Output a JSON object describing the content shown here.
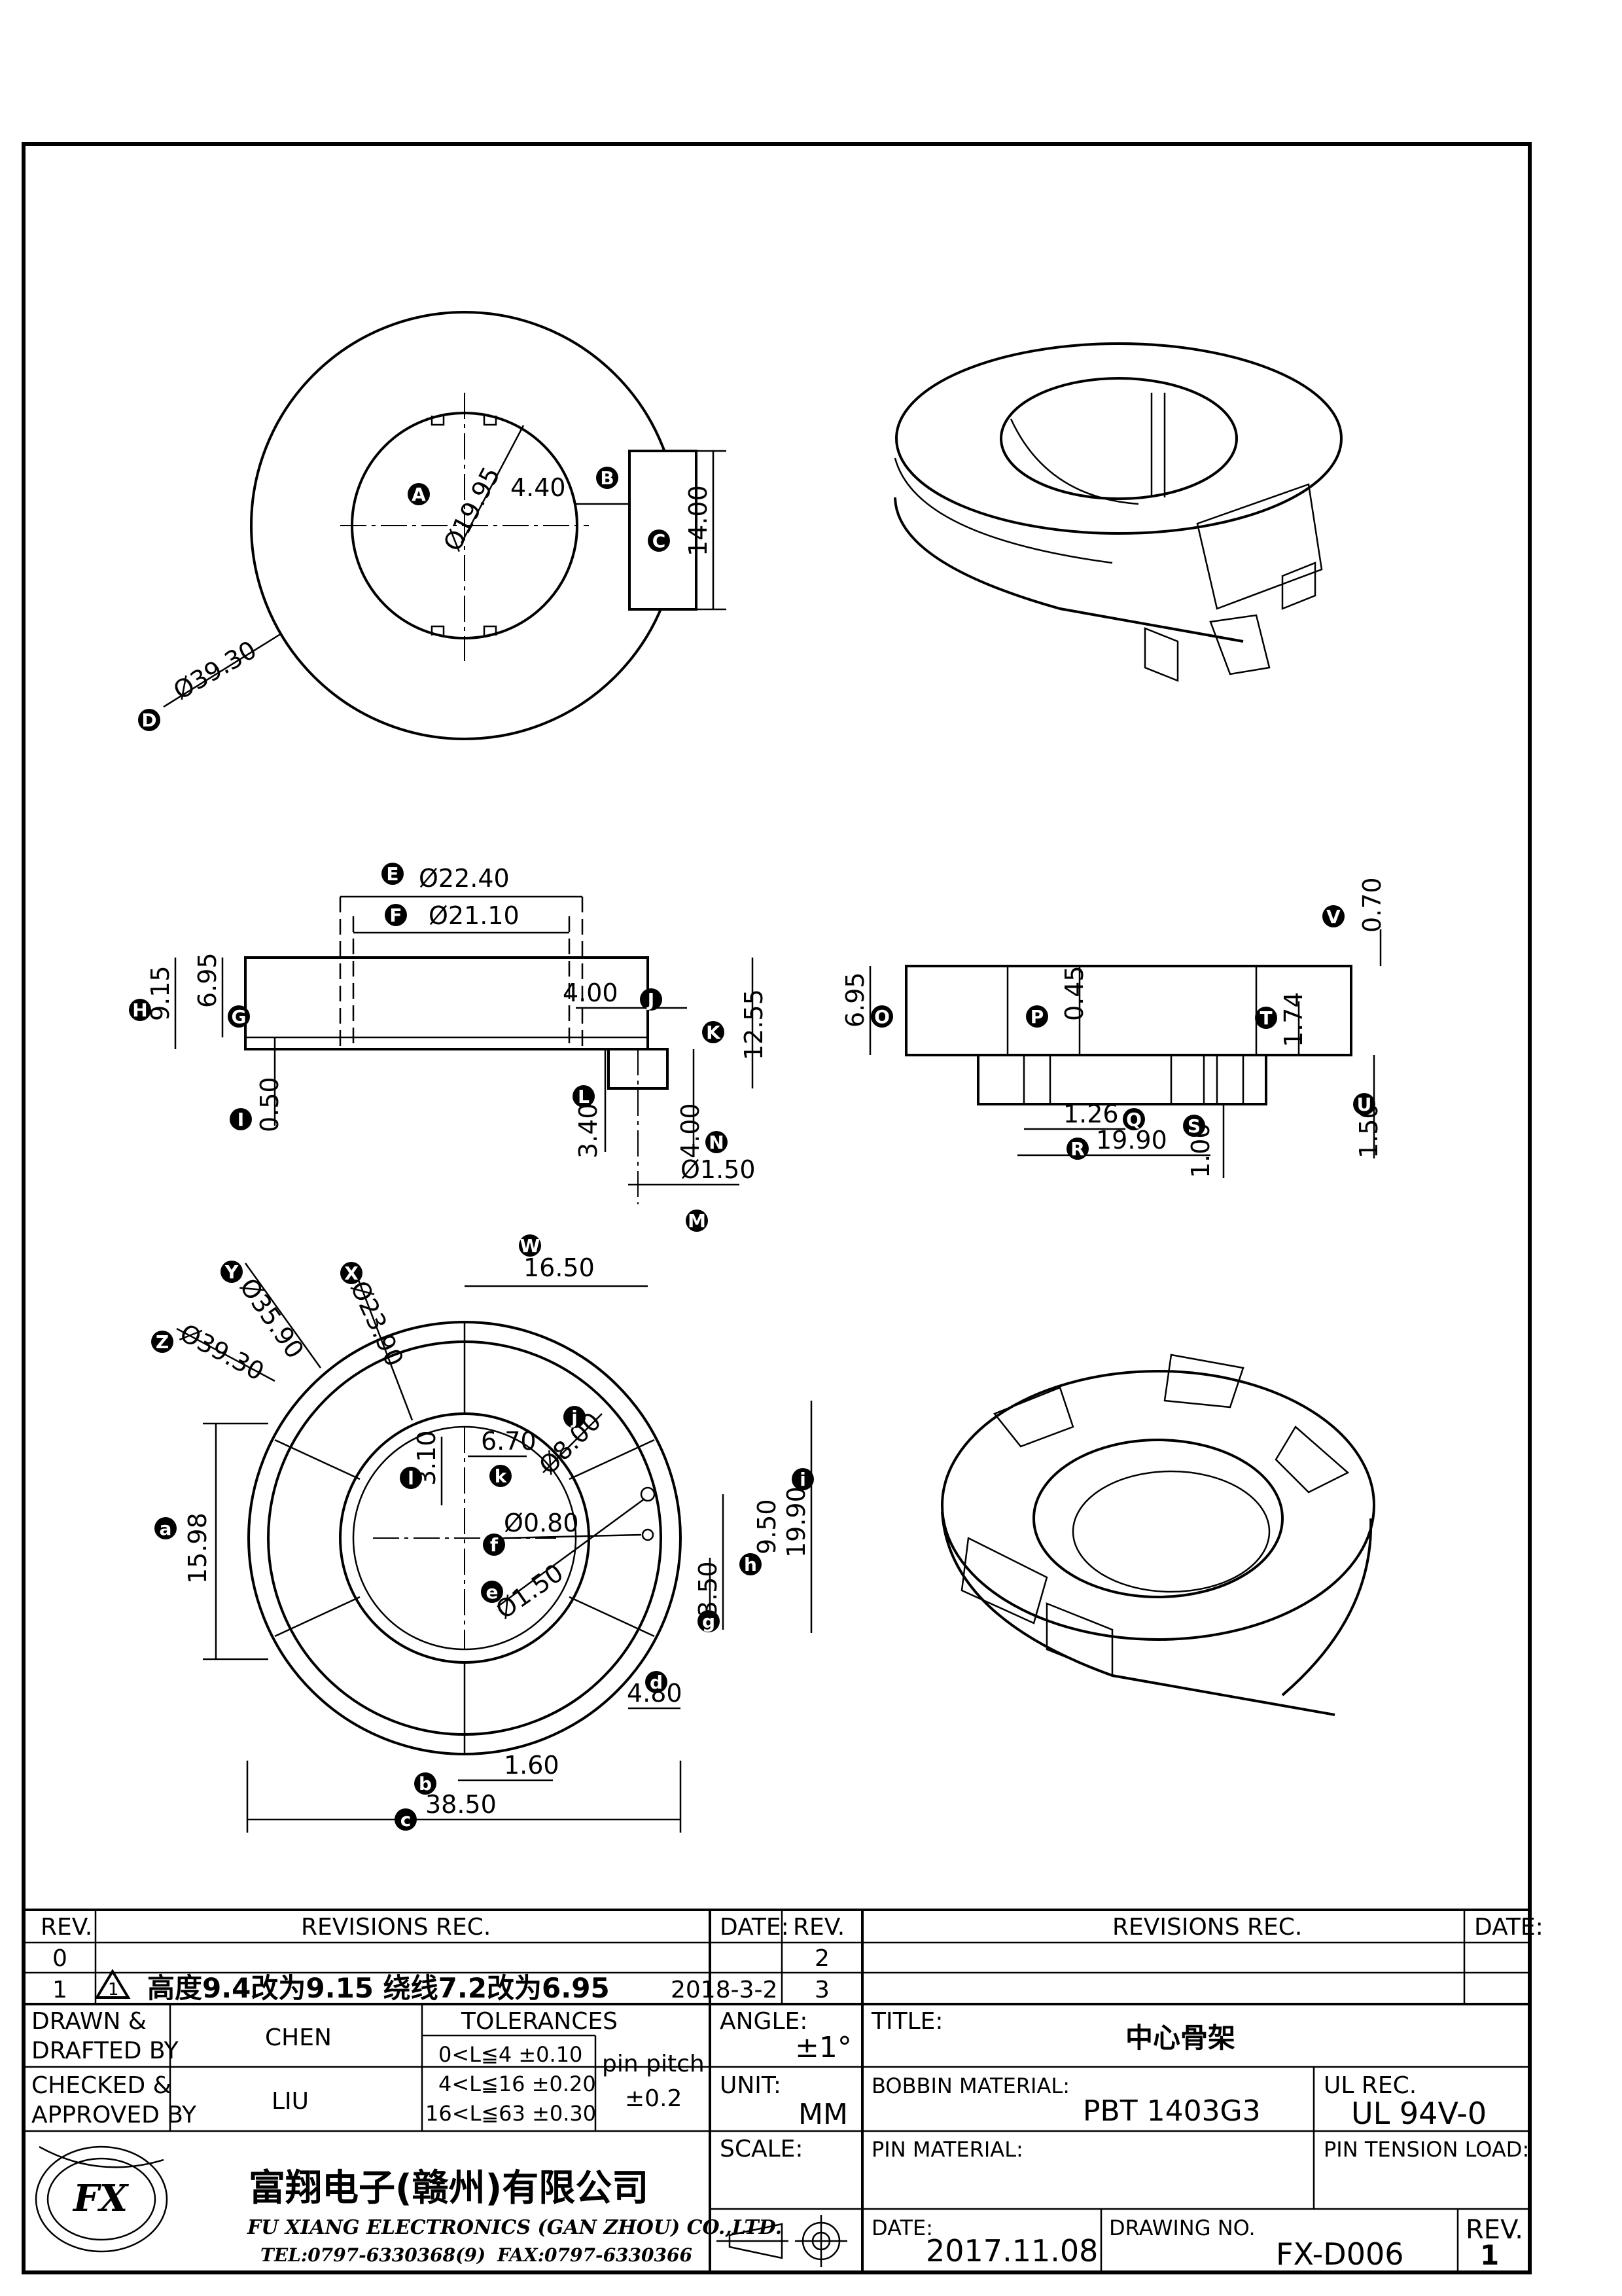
{
  "dimensions": {
    "top_view": {
      "d19_95": "Ø19.95",
      "w4_40": "4.40",
      "h14_00": "14.00",
      "d39_30": "Ø39.30"
    },
    "side_view": {
      "d22_40": "Ø22.40",
      "d21_10": "Ø21.10",
      "h9_15": "9.15",
      "h6_95": "6.95",
      "w4_00": "4.00",
      "h12_55": "12.55",
      "h0_50": "0.50",
      "h3_40": "3.40",
      "h4_00": "4.00",
      "d1_50": "Ø1.50"
    },
    "front_view": {
      "h6_95": "6.95",
      "h0_45": "0.45",
      "h0_70": "0.70",
      "h1_74": "1.74",
      "w1_26": "1.26",
      "w19_90": "19.90",
      "h1_00": "1.00",
      "h1_50": "1.50"
    },
    "bottom_view": {
      "w16_50": "16.50",
      "d35_90": "Ø35.90",
      "d23_90": "Ø23.90",
      "d39_30": "Ø39.30",
      "w6_70": "6.70",
      "h3_10": "3.10",
      "d8_00": "Ø8.00",
      "h15_98": "15.98",
      "d0_80": "Ø0.80",
      "d1_50": "Ø1.50",
      "h9_50": "9.50",
      "h19_90": "19.90",
      "h3_50": "3.50",
      "w4_80": "4.80",
      "w1_60": "1.60",
      "w38_50": "38.50"
    }
  },
  "callouts": {
    "A": "A",
    "B": "B",
    "C": "C",
    "D": "D",
    "E": "E",
    "F": "F",
    "G": "G",
    "H": "H",
    "I": "I",
    "J": "J",
    "K": "K",
    "L": "L",
    "M": "M",
    "N": "N",
    "O": "O",
    "P": "P",
    "Q": "Q",
    "R": "R",
    "S": "S",
    "T": "T",
    "U": "U",
    "V": "V",
    "W": "W",
    "X": "X",
    "Y": "Y",
    "Z": "Z",
    "a": "a",
    "b": "b",
    "c": "c",
    "d": "d",
    "e": "e",
    "f": "f",
    "g": "g",
    "h": "h",
    "i": "i",
    "j": "j",
    "k": "k",
    "l": "l"
  },
  "title_block": {
    "rev_header": "REV.",
    "revisions_header": "REVISIONS    REC.",
    "date_header": "DATE:",
    "rev_header_2": "REV.",
    "revisions_header_2": "REVISIONS    REC.",
    "date_header_2": "DATE:",
    "rows": [
      {
        "rev": "0",
        "text": "",
        "date": "",
        "rev2": "2"
      },
      {
        "rev": "1",
        "text": "高度9.4改为9.15 绕线7.2改为6.95",
        "date": "2018-3-2",
        "rev2": "3"
      }
    ],
    "drawn_label_1": "DRAWN &",
    "drawn_label_2": "DRAFTED BY",
    "drawn_by": "CHEN",
    "checked_label_1": "CHECKED &",
    "checked_label_2": "APPROVED BY",
    "checked_by": "LIU",
    "tolerances_label": "TOLERANCES",
    "tol_1": "0<L≦4   ±0.10",
    "tol_2": "4<L≦16  ±0.20",
    "tol_3": "16<L≦63  ±0.30",
    "pin_pitch_label": "pin pitch",
    "pin_pitch_value": "±0.2",
    "angle_label": "ANGLE:",
    "angle_value": "±1°",
    "unit_label": "UNIT:",
    "unit_value": "MM",
    "scale_label": "SCALE:",
    "title_label": "TITLE:",
    "title_value": "中心骨架",
    "bobbin_material_label": "BOBBIN MATERIAL:",
    "bobbin_material_value": "PBT  1403G3",
    "ul_label": "UL REC.",
    "ul_value": "UL  94V-0",
    "pin_material_label": "PIN MATERIAL:",
    "pin_tension_label": "PIN TENSION LOAD:",
    "date_label": "DATE:",
    "date_value": "2017.11.08",
    "drawing_no_label": "DRAWING NO.",
    "drawing_no_value": "FX-D006",
    "rev_label": "REV.",
    "rev_value": "1",
    "company_cn": "富翔电子(赣州)有限公司",
    "company_en": "FU XIANG ELECTRONICS (GAN ZHOU) CO.,LTD.",
    "tel": "TEL:0797-6330368(9)",
    "fax": "FAX:0797-6330366",
    "logo_text": "FX"
  },
  "icons": [
    "warning-triangle-icon",
    "projection-symbol-icon",
    "fx-logo-icon"
  ]
}
